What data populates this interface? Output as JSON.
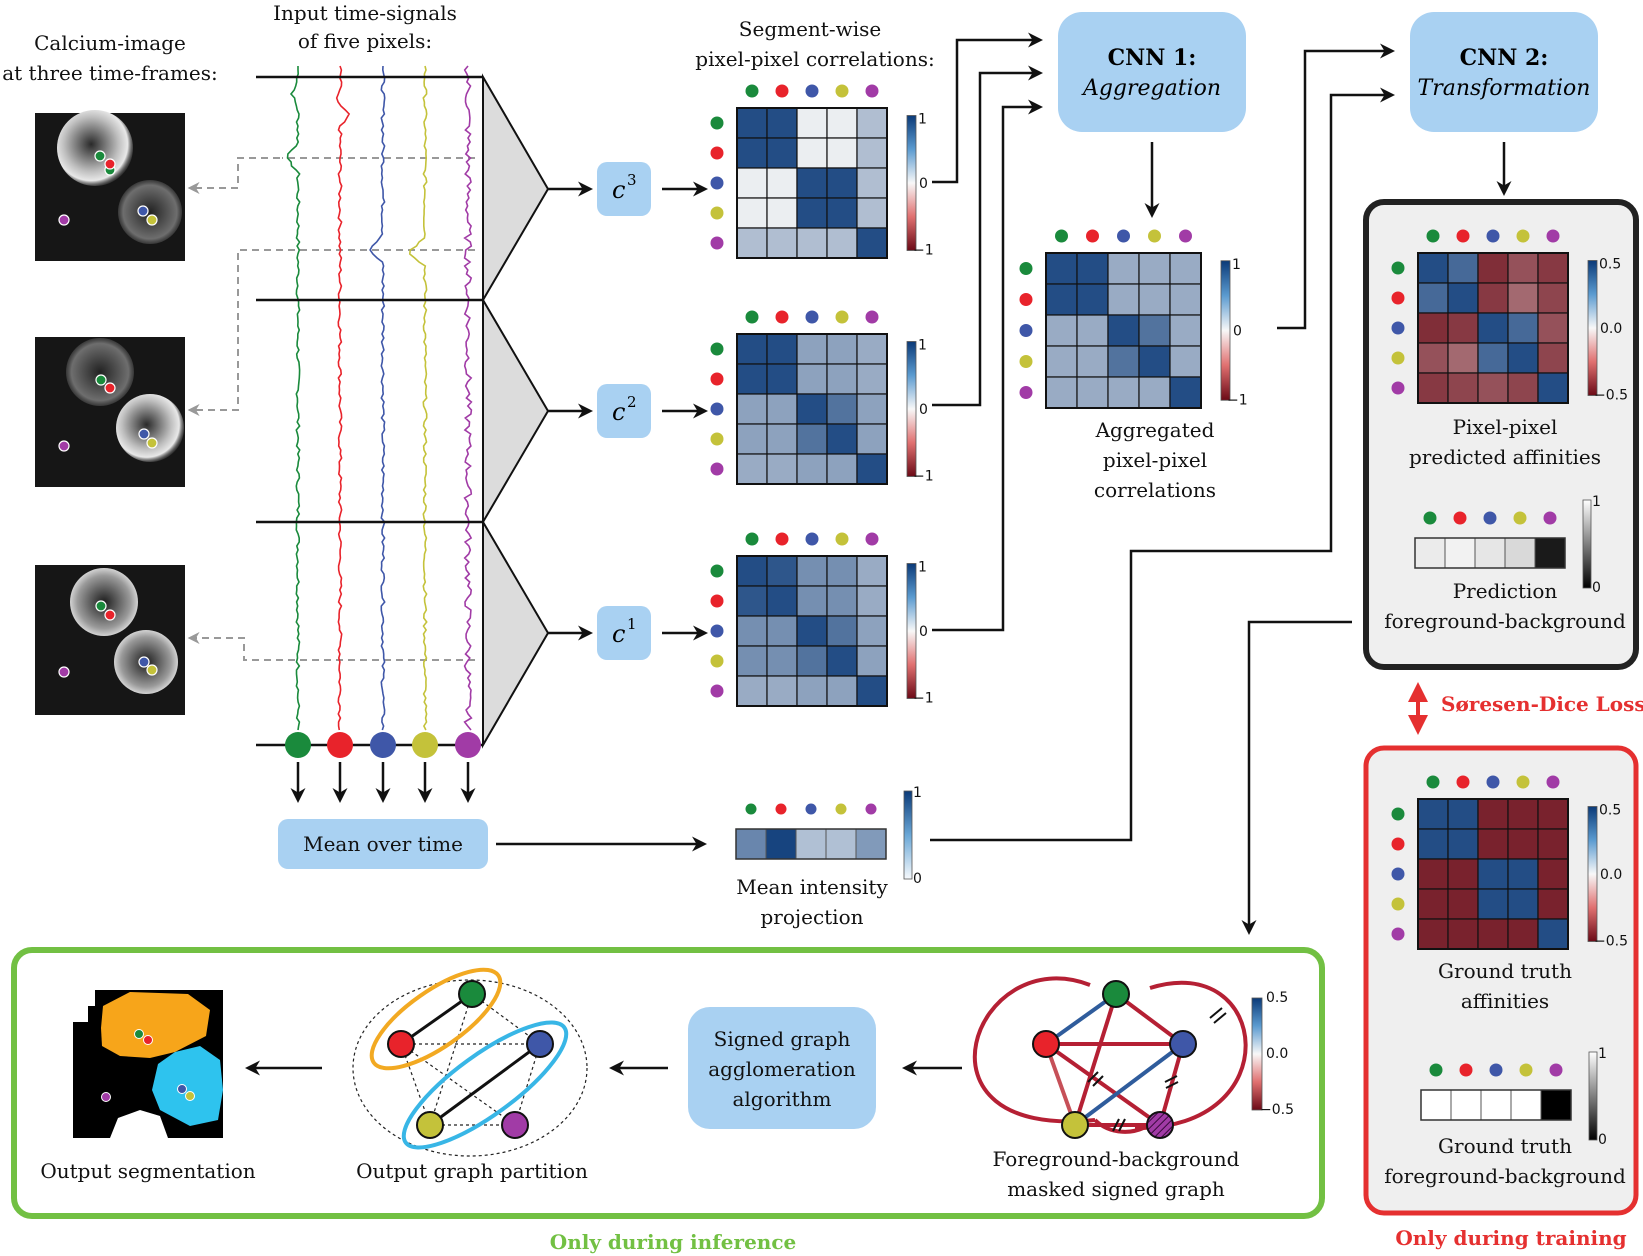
{
  "pixel_colors": [
    "#1a8a3c",
    "#e8232b",
    "#3f57a8",
    "#c4c23a",
    "#a13ba6"
  ],
  "texts": {
    "calcium_title_1": "Calcium-image",
    "calcium_title_2": "at three time-frames:",
    "signals_title_1": "Input time-signals",
    "signals_title_2": "of five pixels:",
    "segwise_title_1": "Segment-wise",
    "segwise_title_2": "pixel-pixel correlations:",
    "c3_base": "c",
    "c3_exp": "3",
    "c2_base": "c",
    "c2_exp": "2",
    "c1_base": "c",
    "c1_exp": "1",
    "mean_over_time": "Mean over time",
    "cnn1_title": "CNN 1:",
    "cnn1_sub": "Aggregation",
    "cnn2_title": "CNN 2:",
    "cnn2_sub": "Transformation",
    "agg_caption_1": "Aggregated",
    "agg_caption_2": "pixel-pixel",
    "agg_caption_3": "correlations",
    "mean_caption_1": "Mean intensity",
    "mean_caption_2": "projection",
    "pred_aff_1": "Pixel-pixel",
    "pred_aff_2": "predicted affinities",
    "pred_fg_1": "Prediction",
    "pred_fg_2": "foreground-background",
    "dice_loss": "Søresen-Dice Loss",
    "gt_aff_1": "Ground truth",
    "gt_aff_2": "affinities",
    "gt_fg_1": "Ground truth",
    "gt_fg_2": "foreground-background",
    "only_training": "Only during training",
    "only_inference": "Only during inference",
    "signed_graph_1": "Signed graph",
    "signed_graph_2": "agglomeration",
    "signed_graph_3": "algorithm",
    "output_seg": "Output segmentation",
    "output_partition": "Output graph partition",
    "fg_graph_1": "Foreground-background",
    "fg_graph_2": "masked signed graph"
  },
  "ticks": {
    "one": "1",
    "zero": "0",
    "neg_one": "−1",
    "p05": "0.5",
    "p00": "0.0",
    "n05": "−0.5"
  },
  "matrices": {
    "c3": [
      [
        0.9,
        0.9,
        0.05,
        0.05,
        0.3
      ],
      [
        0.9,
        0.9,
        0.05,
        0.05,
        0.3
      ],
      [
        0.05,
        0.05,
        0.9,
        0.9,
        0.3
      ],
      [
        0.05,
        0.05,
        0.9,
        0.9,
        0.3
      ],
      [
        0.3,
        0.3,
        0.3,
        0.3,
        0.9
      ]
    ],
    "c2": [
      [
        0.9,
        0.9,
        0.45,
        0.45,
        0.4
      ],
      [
        0.9,
        0.9,
        0.45,
        0.45,
        0.4
      ],
      [
        0.45,
        0.45,
        0.9,
        0.7,
        0.45
      ],
      [
        0.45,
        0.45,
        0.7,
        0.9,
        0.45
      ],
      [
        0.4,
        0.4,
        0.45,
        0.45,
        0.9
      ]
    ],
    "c1": [
      [
        0.9,
        0.85,
        0.55,
        0.55,
        0.4
      ],
      [
        0.85,
        0.9,
        0.55,
        0.55,
        0.4
      ],
      [
        0.55,
        0.55,
        0.9,
        0.7,
        0.45
      ],
      [
        0.55,
        0.55,
        0.7,
        0.9,
        0.45
      ],
      [
        0.4,
        0.4,
        0.45,
        0.45,
        0.9
      ]
    ],
    "aggregated": [
      [
        0.9,
        0.9,
        0.4,
        0.4,
        0.4
      ],
      [
        0.9,
        0.9,
        0.4,
        0.4,
        0.4
      ],
      [
        0.4,
        0.4,
        0.9,
        0.7,
        0.4
      ],
      [
        0.4,
        0.4,
        0.7,
        0.9,
        0.4
      ],
      [
        0.4,
        0.4,
        0.4,
        0.4,
        0.9
      ]
    ],
    "predicted": [
      [
        0.9,
        0.75,
        -0.85,
        -0.7,
        -0.8
      ],
      [
        0.75,
        0.9,
        -0.8,
        -0.6,
        -0.75
      ],
      [
        -0.85,
        -0.8,
        0.9,
        0.75,
        -0.7
      ],
      [
        -0.7,
        -0.6,
        0.75,
        0.9,
        -0.75
      ],
      [
        -0.8,
        -0.75,
        -0.7,
        -0.75,
        0.9
      ]
    ],
    "ground_truth": [
      [
        0.9,
        0.9,
        -0.9,
        -0.9,
        -0.9
      ],
      [
        0.9,
        0.9,
        -0.9,
        -0.9,
        -0.9
      ],
      [
        -0.9,
        -0.9,
        0.9,
        0.9,
        -0.9
      ],
      [
        -0.9,
        -0.9,
        0.9,
        0.9,
        -0.9
      ],
      [
        -0.9,
        -0.9,
        -0.9,
        -0.9,
        0.9
      ]
    ]
  },
  "vectors": {
    "mean_intensity": [
      0.6,
      0.95,
      0.3,
      0.3,
      0.5
    ],
    "pred_fg": [
      0.08,
      0.05,
      0.1,
      0.15,
      0.9
    ],
    "gt_fg": [
      0.0,
      0.0,
      0.0,
      0.0,
      1.0
    ]
  }
}
